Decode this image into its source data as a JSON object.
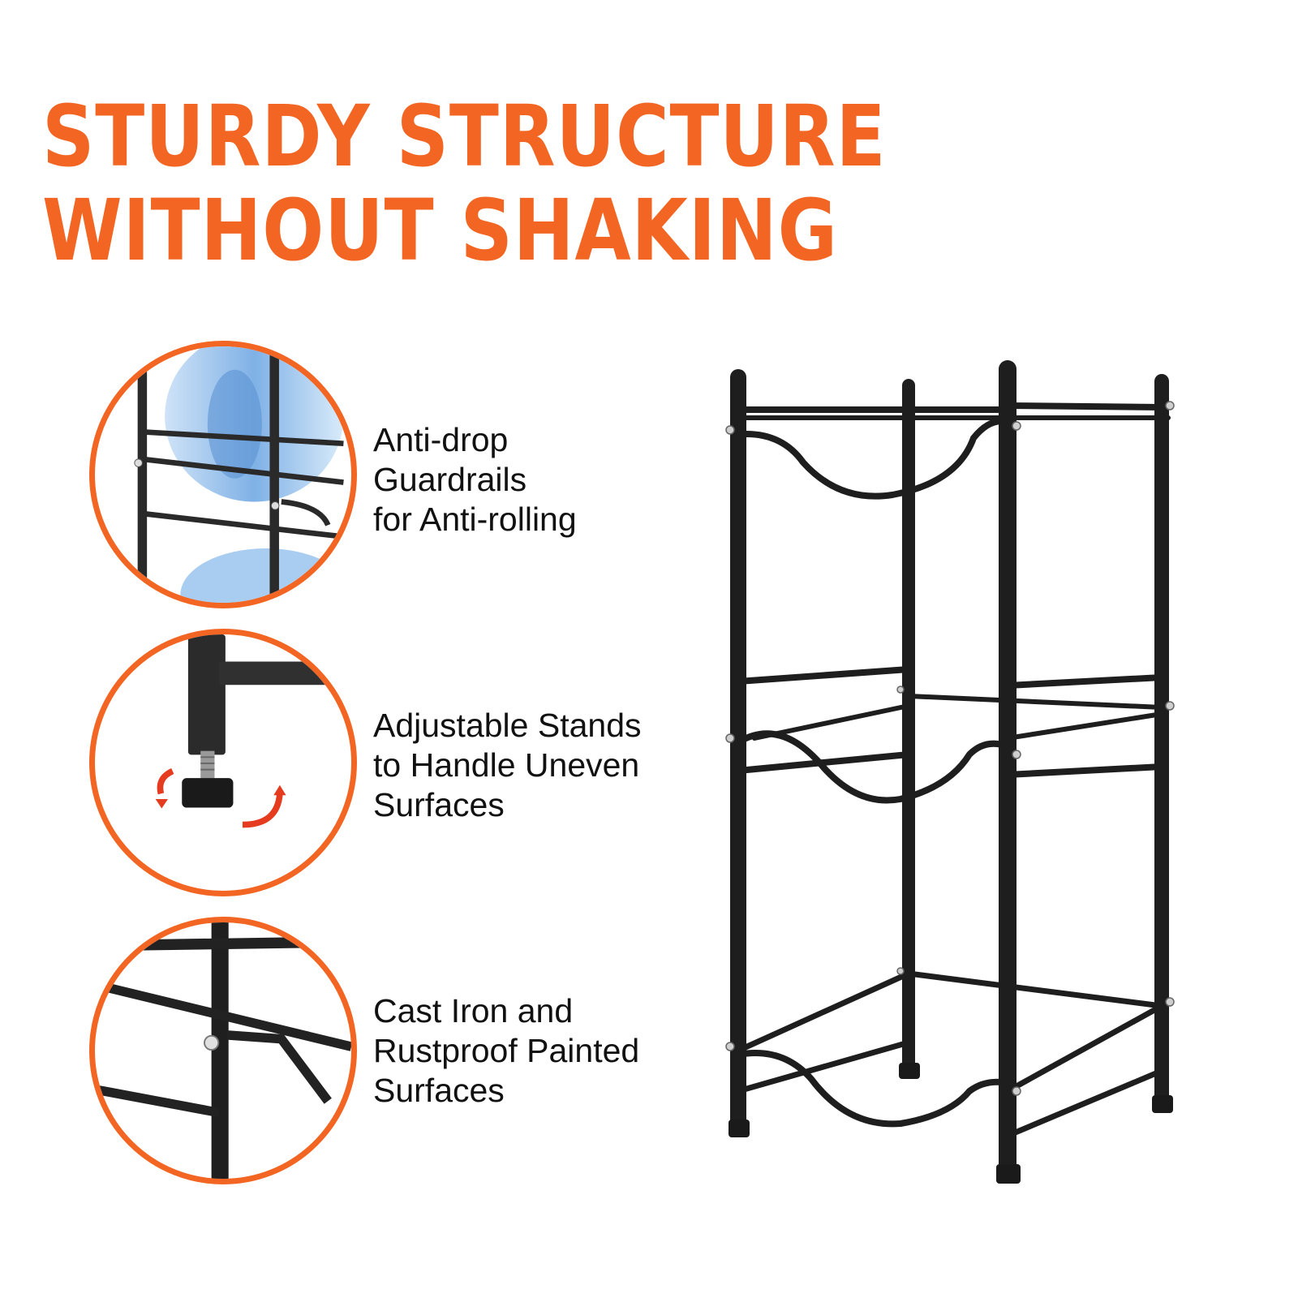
{
  "headline": {
    "line1": "STURDY STRUCTURE",
    "line2": "WITHOUT SHAKING",
    "color": "#f26522"
  },
  "features": [
    {
      "icon": "guardrail-closeup-icon",
      "lines": [
        "Anti-drop",
        "Guardrails",
        "for Anti-rolling"
      ]
    },
    {
      "icon": "adjustable-foot-icon",
      "lines": [
        "Adjustable Stands",
        "to Handle Uneven",
        "Surfaces"
      ]
    },
    {
      "icon": "iron-frame-joint-icon",
      "lines": [
        "Cast Iron and",
        "Rustproof Painted",
        "Surfaces"
      ]
    }
  ],
  "product": {
    "icon": "water-bottle-rack-icon"
  },
  "colors": {
    "accent": "#f26522",
    "metal": "#1e1e1e",
    "bottle": "#9cc3ea"
  }
}
